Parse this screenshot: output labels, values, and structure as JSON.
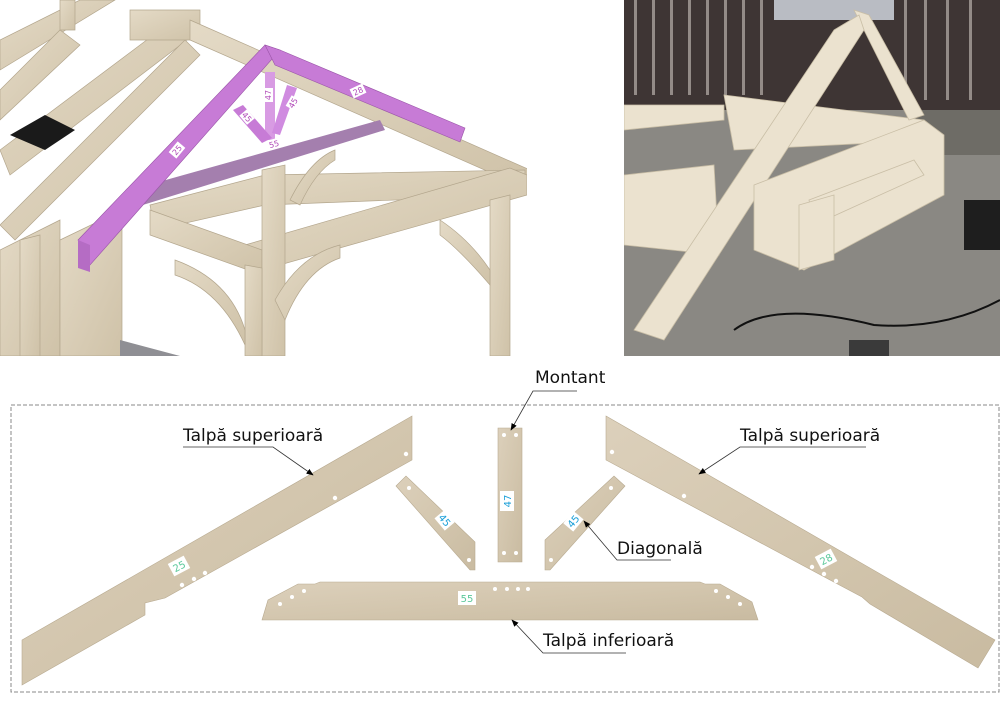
{
  "colors": {
    "timber": "#d8ccb5",
    "timber_dark": "#b9ab91",
    "highlight_purple": "#c77bd6",
    "highlight_purple_dark": "#a06aac",
    "tag_green": "#5bc89a",
    "tag_blue": "#1a9fd8",
    "frame_border": "#8a8a8a"
  },
  "render_panel": {
    "tags": {
      "left_rafter": "25",
      "right_rafter": "28",
      "king_post": "47",
      "left_brace": "45",
      "right_brace": "45",
      "tie_beam": "55"
    }
  },
  "photo_panel": {
    "icon": "timber-truss-photo"
  },
  "diagram": {
    "labels": {
      "top_chord_left": "Talpă superioară",
      "top_chord_right": "Talpă superioară",
      "king_post": "Montant",
      "diagonal": "Diagonală",
      "bottom_chord": "Talpă inferioară"
    },
    "part_numbers": {
      "left_top_chord": "25",
      "right_top_chord": "28",
      "king_post": "47",
      "left_diagonal": "45",
      "right_diagonal": "45",
      "bottom_chord": "55"
    }
  }
}
